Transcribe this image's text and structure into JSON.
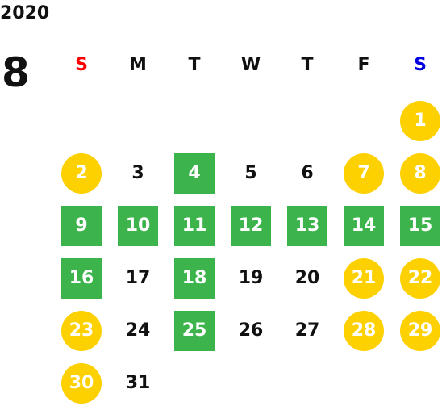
{
  "calendar": {
    "year": "2020",
    "month": "8",
    "weekdays": [
      {
        "label": "S",
        "color": "#ff0000"
      },
      {
        "label": "M",
        "color": "#111111"
      },
      {
        "label": "T",
        "color": "#111111"
      },
      {
        "label": "W",
        "color": "#111111"
      },
      {
        "label": "T",
        "color": "#111111"
      },
      {
        "label": "F",
        "color": "#111111"
      },
      {
        "label": "S",
        "color": "#0000e0"
      }
    ],
    "days": [
      {
        "label": "1",
        "col": 6,
        "row": 0,
        "style": "holiday"
      },
      {
        "label": "2",
        "col": 0,
        "row": 1,
        "style": "holiday"
      },
      {
        "label": "3",
        "col": 1,
        "row": 1,
        "style": "plain"
      },
      {
        "label": "4",
        "col": 2,
        "row": 1,
        "style": "event"
      },
      {
        "label": "5",
        "col": 3,
        "row": 1,
        "style": "plain"
      },
      {
        "label": "6",
        "col": 4,
        "row": 1,
        "style": "plain"
      },
      {
        "label": "7",
        "col": 5,
        "row": 1,
        "style": "holiday"
      },
      {
        "label": "8",
        "col": 6,
        "row": 1,
        "style": "holiday"
      },
      {
        "label": "9",
        "col": 0,
        "row": 2,
        "style": "event"
      },
      {
        "label": "10",
        "col": 1,
        "row": 2,
        "style": "event"
      },
      {
        "label": "11",
        "col": 2,
        "row": 2,
        "style": "event"
      },
      {
        "label": "12",
        "col": 3,
        "row": 2,
        "style": "event"
      },
      {
        "label": "13",
        "col": 4,
        "row": 2,
        "style": "event"
      },
      {
        "label": "14",
        "col": 5,
        "row": 2,
        "style": "event"
      },
      {
        "label": "15",
        "col": 6,
        "row": 2,
        "style": "event"
      },
      {
        "label": "16",
        "col": 0,
        "row": 3,
        "style": "event"
      },
      {
        "label": "17",
        "col": 1,
        "row": 3,
        "style": "plain"
      },
      {
        "label": "18",
        "col": 2,
        "row": 3,
        "style": "event"
      },
      {
        "label": "19",
        "col": 3,
        "row": 3,
        "style": "plain"
      },
      {
        "label": "20",
        "col": 4,
        "row": 3,
        "style": "plain"
      },
      {
        "label": "21",
        "col": 5,
        "row": 3,
        "style": "holiday"
      },
      {
        "label": "22",
        "col": 6,
        "row": 3,
        "style": "holiday"
      },
      {
        "label": "23",
        "col": 0,
        "row": 4,
        "style": "holiday"
      },
      {
        "label": "24",
        "col": 1,
        "row": 4,
        "style": "plain"
      },
      {
        "label": "25",
        "col": 2,
        "row": 4,
        "style": "event"
      },
      {
        "label": "26",
        "col": 3,
        "row": 4,
        "style": "plain"
      },
      {
        "label": "27",
        "col": 4,
        "row": 4,
        "style": "plain"
      },
      {
        "label": "28",
        "col": 5,
        "row": 4,
        "style": "holiday"
      },
      {
        "label": "29",
        "col": 6,
        "row": 4,
        "style": "holiday"
      },
      {
        "label": "30",
        "col": 0,
        "row": 5,
        "style": "holiday"
      },
      {
        "label": "31",
        "col": 1,
        "row": 5,
        "style": "plain"
      }
    ]
  },
  "colors": {
    "holiday": "#fdd000",
    "event": "#3cb44b",
    "sunday": "#ff0000",
    "saturday": "#0000e0"
  }
}
